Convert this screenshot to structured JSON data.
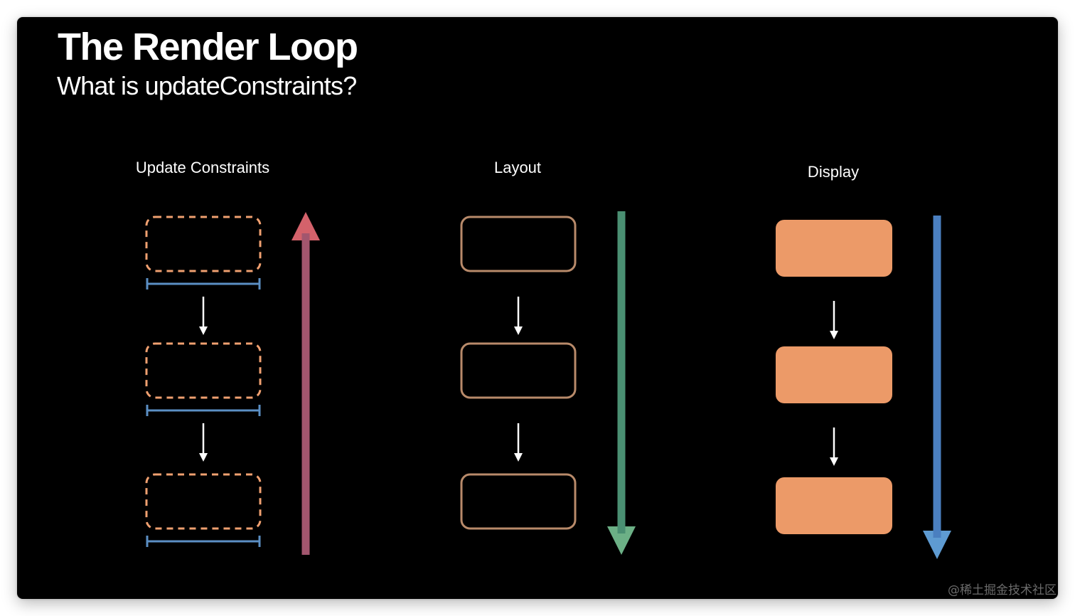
{
  "slide": {
    "title": "The Render Loop",
    "subtitle": "What is updateConstraints?"
  },
  "columns": [
    {
      "label": "Update Constraints",
      "box_style": "dashed-outline",
      "box_count": 3,
      "has_constraint_bars": true,
      "flow_arrow_direction": "up",
      "flow_arrow_color": "#a2566e",
      "flow_arrow_head_color": "#d4626b",
      "box_color": "#f0a070",
      "bar_color": "#5b8fc4"
    },
    {
      "label": "Layout",
      "box_style": "solid-outline",
      "box_count": 3,
      "has_constraint_bars": false,
      "flow_arrow_direction": "down",
      "flow_arrow_color": "#4a8f72",
      "flow_arrow_head_color": "#6cb086",
      "box_color": "#b88a6a"
    },
    {
      "label": "Display",
      "box_style": "filled",
      "box_count": 3,
      "has_constraint_bars": false,
      "flow_arrow_direction": "down",
      "flow_arrow_color": "#4a7fc0",
      "flow_arrow_head_color": "#5e9bd2",
      "box_color": "#ec9a68"
    }
  ],
  "watermark": "@稀土掘金技术社区"
}
